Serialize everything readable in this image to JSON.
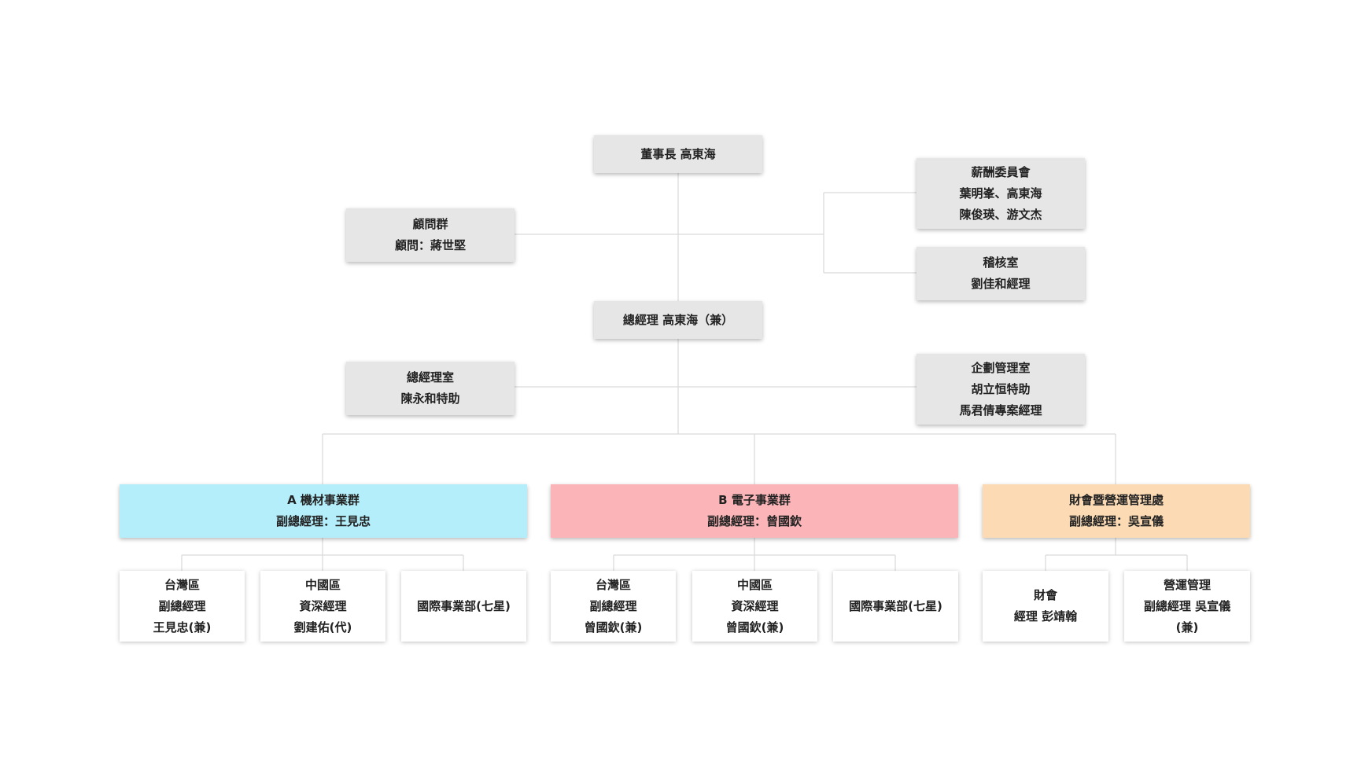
{
  "colors": {
    "connector": "#d9d9d9",
    "default_box": "#e6e6e6",
    "leaf_box": "#ffffff",
    "group_a": "#b3eefa",
    "group_b": "#fbb5b8",
    "finance_ops": "#fcdbb4"
  },
  "org": {
    "chairman": {
      "lines": [
        "董事長 高東海"
      ]
    },
    "advisors": {
      "lines": [
        "顧問群",
        "顧問：蔣世堅"
      ]
    },
    "remuneration": {
      "lines": [
        "薪酬委員會",
        "葉明峯、高東海",
        "陳俊瑛、游文杰"
      ]
    },
    "audit": {
      "lines": [
        "稽核室",
        "劉佳和經理"
      ]
    },
    "gm": {
      "lines": [
        "總經理 高東海（兼）"
      ]
    },
    "gm_office": {
      "lines": [
        "總經理室",
        "陳永和特助"
      ]
    },
    "planning": {
      "lines": [
        "企劃管理室",
        "胡立恒特助",
        "馬君倩專案經理"
      ]
    },
    "group_a": {
      "lines": [
        "A 機材事業群",
        "副總經理：王見忠"
      ]
    },
    "group_b": {
      "lines": [
        "B 電子事業群",
        "副總經理：曾國欽"
      ]
    },
    "finance_ops": {
      "lines": [
        "財會暨營運管理處",
        "副總經理：吳宣儀"
      ]
    },
    "a_taiwan": {
      "lines": [
        "台灣區",
        "副總經理",
        "王見忠(兼)"
      ]
    },
    "a_china": {
      "lines": [
        "中國區",
        "資深經理",
        "劉建佑(代)"
      ]
    },
    "a_intl": {
      "lines": [
        "國際事業部(七星)"
      ]
    },
    "b_taiwan": {
      "lines": [
        "台灣區",
        "副總經理",
        "曾國欽(兼)"
      ]
    },
    "b_china": {
      "lines": [
        "中國區",
        "資深經理",
        "曾國欽(兼)"
      ]
    },
    "b_intl": {
      "lines": [
        "國際事業部(七星)"
      ]
    },
    "finance": {
      "lines": [
        "財會",
        "經理 彭靖翰"
      ]
    },
    "ops_mgmt": {
      "lines": [
        "營運管理",
        "副總經理 吳宣儀",
        "(兼)"
      ]
    }
  }
}
